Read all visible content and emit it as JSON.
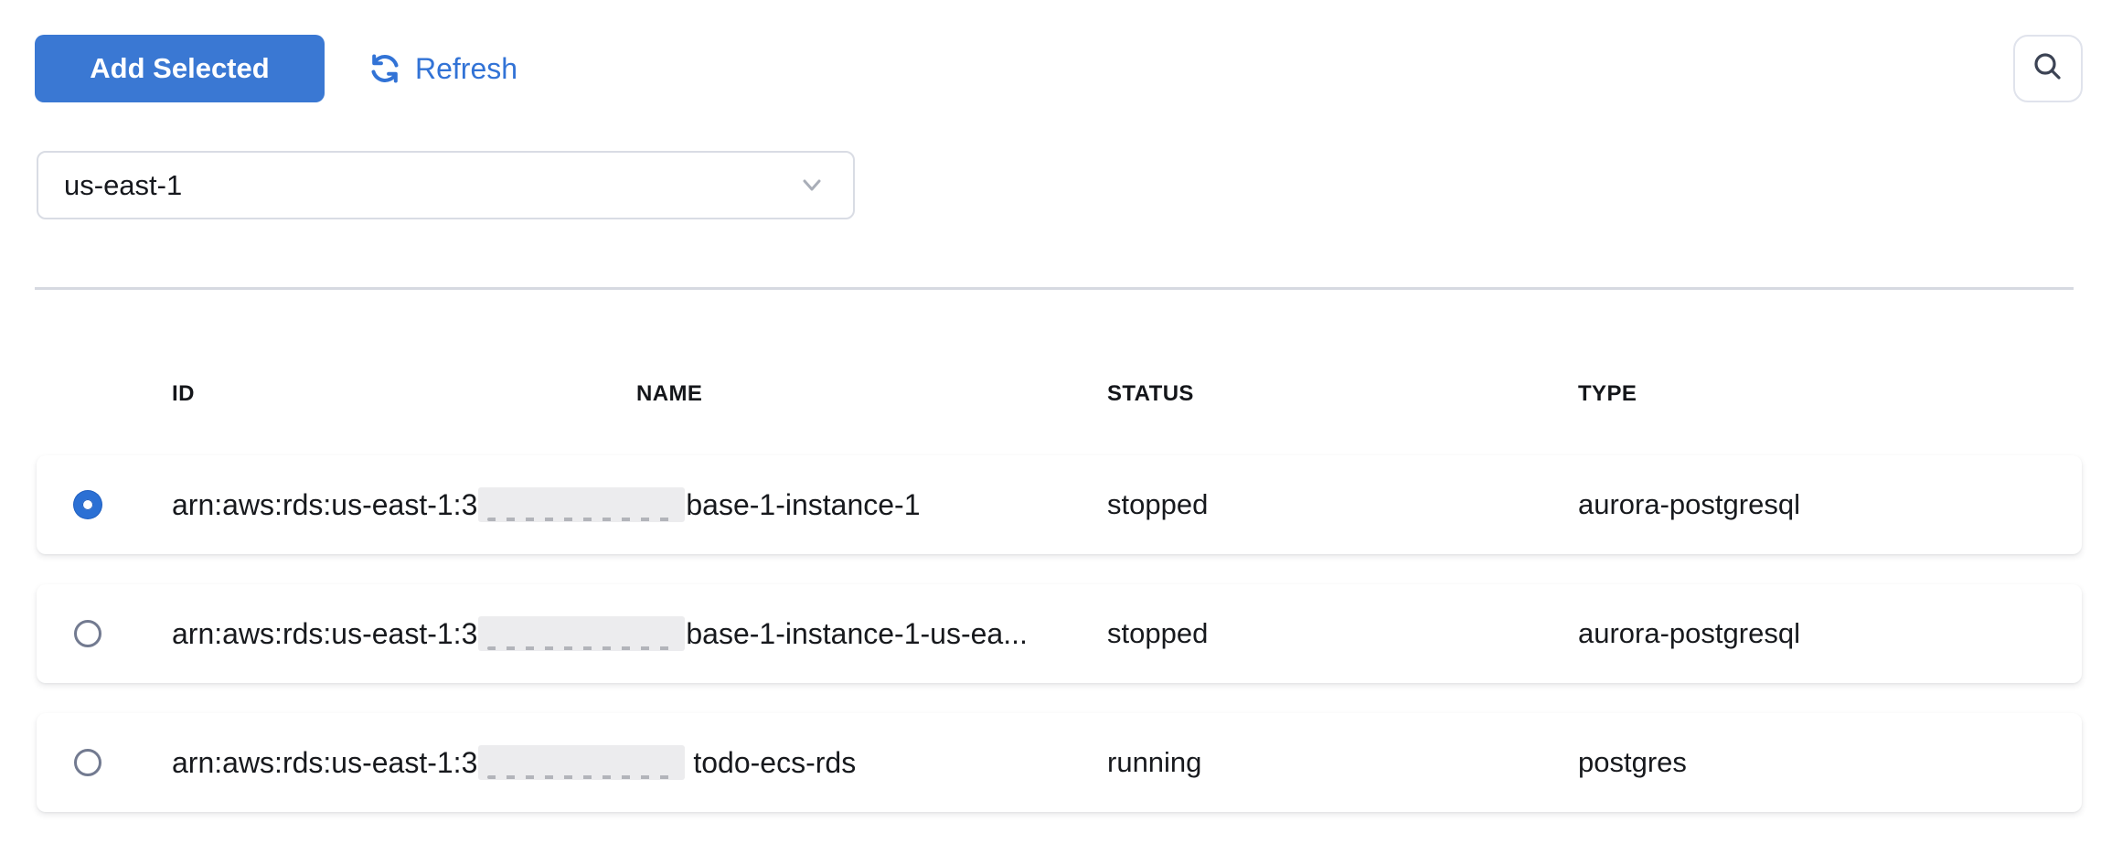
{
  "toolbar": {
    "add_selected_label": "Add Selected",
    "refresh_label": "Refresh",
    "refresh_icon": "circular-arrows",
    "search_icon": "magnifier"
  },
  "region_select": {
    "value": "us-east-1",
    "chevron_icon": "chevron-down"
  },
  "table": {
    "columns": [
      "ID",
      "NAME",
      "STATUS",
      "TYPE"
    ],
    "rows": [
      {
        "selected": true,
        "id_prefix": "arn:aws:rds:us-east-1:3",
        "id_redacted": true,
        "name_visible": "base-1-instance-1",
        "status": "stopped",
        "type": "aurora-postgresql"
      },
      {
        "selected": false,
        "id_prefix": "arn:aws:rds:us-east-1:3",
        "id_redacted": true,
        "name_visible": "base-1-instance-1-us-ea...",
        "status": "stopped",
        "type": "aurora-postgresql"
      },
      {
        "selected": false,
        "id_prefix": "arn:aws:rds:us-east-1:3",
        "id_redacted": true,
        "name_visible": "todo-ecs-rds",
        "status": "running",
        "type": "postgres"
      }
    ]
  },
  "colors": {
    "primary_button": "#3a78d3",
    "link_blue": "#3273d6",
    "radio_selected": "#2b70d4",
    "divider": "#d6d9e1",
    "redaction_fill": "#ececee"
  }
}
